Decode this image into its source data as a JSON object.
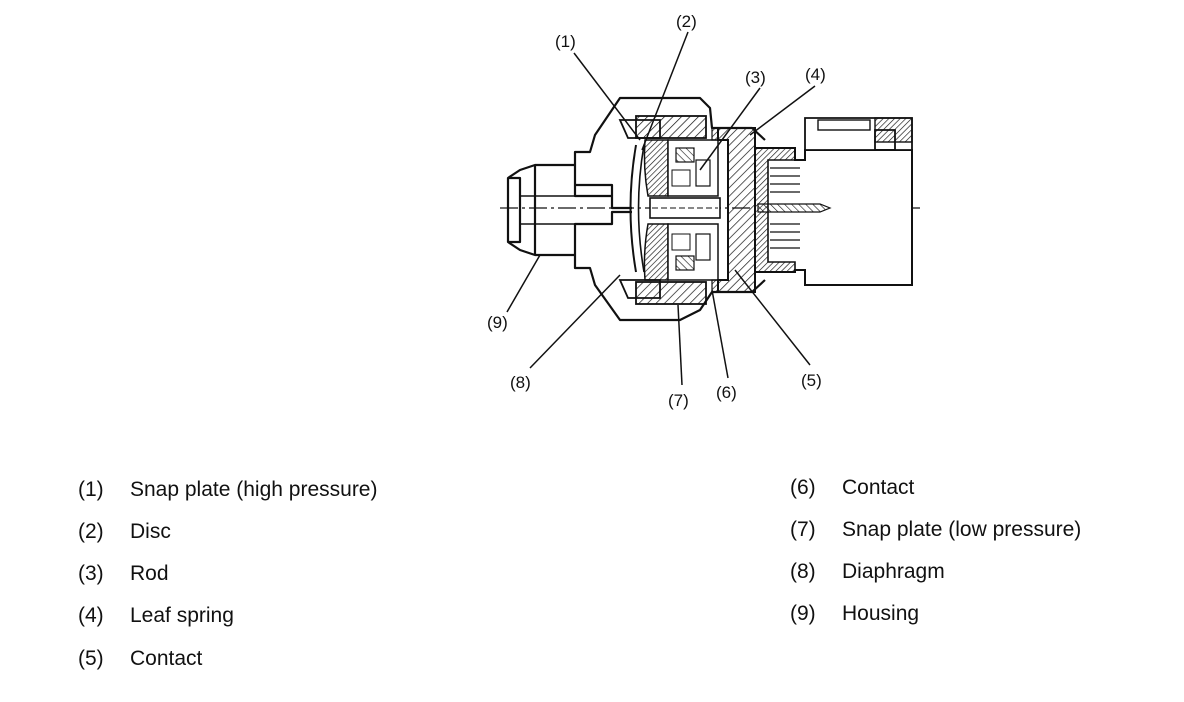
{
  "callouts": [
    {
      "id": "c1",
      "label": "(1)"
    },
    {
      "id": "c2",
      "label": "(2)"
    },
    {
      "id": "c3",
      "label": "(3)"
    },
    {
      "id": "c4",
      "label": "(4)"
    },
    {
      "id": "c5",
      "label": "(5)"
    },
    {
      "id": "c6",
      "label": "(6)"
    },
    {
      "id": "c7",
      "label": "(7)"
    },
    {
      "id": "c8",
      "label": "(8)"
    },
    {
      "id": "c9",
      "label": "(9)"
    }
  ],
  "legend": {
    "left": [
      {
        "num": "(1)",
        "text": "Snap plate (high pressure)"
      },
      {
        "num": "(2)",
        "text": "Disc"
      },
      {
        "num": "(3)",
        "text": "Rod"
      },
      {
        "num": "(4)",
        "text": "Leaf spring"
      },
      {
        "num": "(5)",
        "text": "Contact"
      }
    ],
    "right": [
      {
        "num": "(6)",
        "text": "Contact"
      },
      {
        "num": "(7)",
        "text": "Snap plate (low pressure)"
      },
      {
        "num": "(8)",
        "text": "Diaphragm"
      },
      {
        "num": "(9)",
        "text": "Housing"
      }
    ]
  }
}
